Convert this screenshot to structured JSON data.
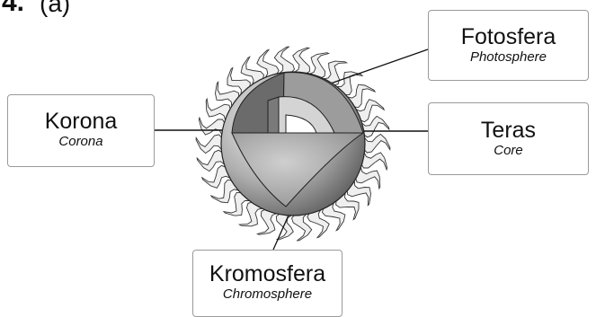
{
  "question": {
    "number": "4.",
    "part": "(a)"
  },
  "labels": {
    "corona": {
      "main": "Korona",
      "sub": "Corona"
    },
    "photosphere": {
      "main": "Fotosfera",
      "sub": "Photosphere"
    },
    "core": {
      "main": "Teras",
      "sub": "Core"
    },
    "chromosphere": {
      "main": "Kromosfera",
      "sub": "Chromosphere"
    }
  },
  "colors": {
    "outer_sphere": "#a0a0a0",
    "cut_layer_dark": "#6a6a6a",
    "cut_layer_mid": "#9a9a9a",
    "inner_layer": "#d6d6d6",
    "core": "#ffffff",
    "flames": "#efefef"
  },
  "icons": {
    "sun": "sun-cutaway-icon"
  }
}
